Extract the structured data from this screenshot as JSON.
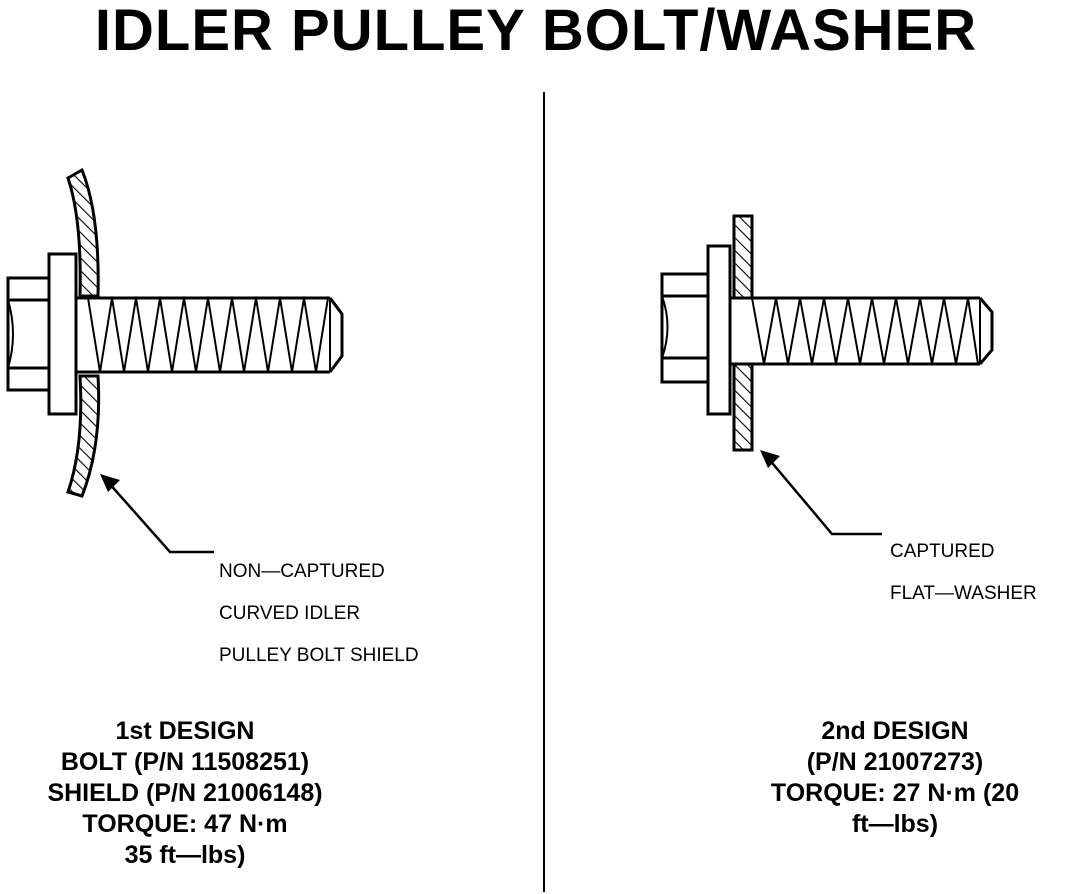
{
  "title": "IDLER PULLEY BOLT/WASHER",
  "left": {
    "callout": [
      "NON—CAPTURED",
      "CURVED IDLER",
      "PULLEY BOLT SHIELD"
    ],
    "caption": [
      "1st DESIGN",
      "BOLT (P/N 11508251)",
      "SHIELD (P/N 21006148)",
      "TORQUE: 47 N·m",
      "35 ft—lbs)"
    ]
  },
  "right": {
    "callout": [
      "CAPTURED",
      "FLAT—WASHER"
    ],
    "caption": [
      "2nd DESIGN",
      "(P/N 21007273)",
      "TORQUE: 27 N·m (20",
      "ft—lbs)"
    ]
  }
}
